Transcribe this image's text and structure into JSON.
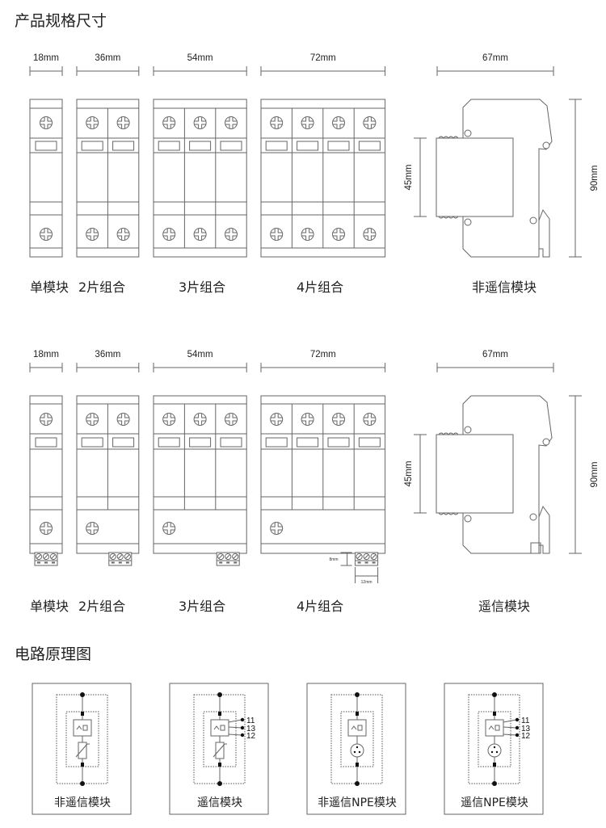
{
  "sections": {
    "dimensions_title": "产品规格尺寸",
    "circuit_title": "电路原理图"
  },
  "rows": [
    {
      "remote": false,
      "modules": [
        {
          "poles": 1,
          "width_label": "18mm"
        },
        {
          "poles": 2,
          "width_label": "36mm"
        },
        {
          "poles": 3,
          "width_label": "54mm"
        },
        {
          "poles": 4,
          "width_label": "72mm"
        }
      ],
      "captions": [
        "单模块",
        "2片组合",
        "3片组合",
        "4片组合"
      ],
      "side": {
        "depth_label": "67mm",
        "front_label": "45mm",
        "height_label": "90mm",
        "caption": "非遥信模块"
      }
    },
    {
      "remote": true,
      "modules": [
        {
          "poles": 1,
          "width_label": "18mm"
        },
        {
          "poles": 2,
          "width_label": "36mm"
        },
        {
          "poles": 3,
          "width_label": "54mm"
        },
        {
          "poles": 4,
          "width_label": "72mm"
        }
      ],
      "captions": [
        "单模块",
        "2片组合",
        "3片组合",
        "4片组合"
      ],
      "terminal_dims": {
        "height": "8mm",
        "width": "12mm"
      },
      "side": {
        "depth_label": "67mm",
        "front_label": "45mm",
        "height_label": "90mm",
        "caption": "遥信模块"
      }
    }
  ],
  "circuits": [
    {
      "caption": "非遥信模块",
      "remote": false,
      "npe": false
    },
    {
      "caption": "遥信模块",
      "remote": true,
      "npe": false,
      "terminals": [
        "11",
        "13",
        "12"
      ]
    },
    {
      "caption": "非遥信NPE模块",
      "remote": false,
      "npe": true
    },
    {
      "caption": "遥信NPE模块",
      "remote": true,
      "npe": true,
      "terminals": [
        "11",
        "13",
        "12"
      ]
    }
  ]
}
